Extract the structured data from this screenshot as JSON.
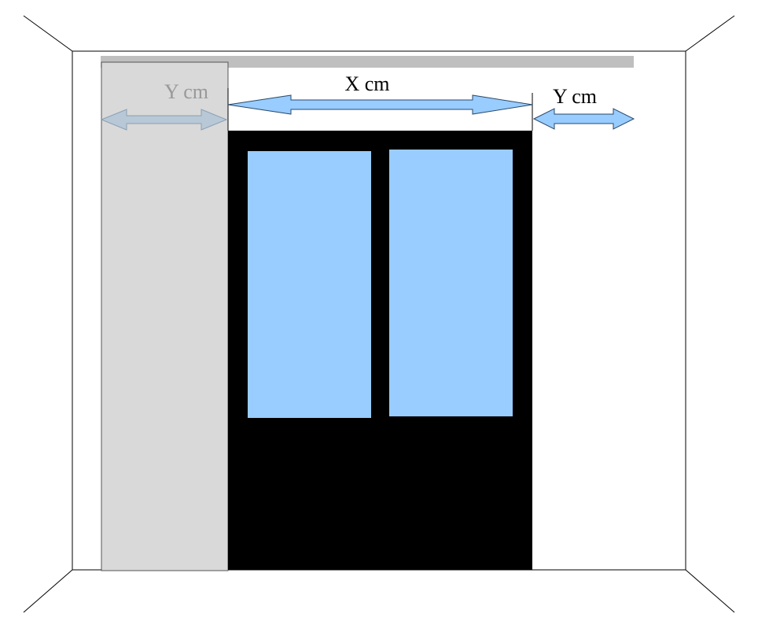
{
  "labels": {
    "door_width": "X cm",
    "panel_offset_right": "Y cm",
    "panel_offset_left": "Y cm"
  },
  "colors": {
    "wall_line": "#000000",
    "rail": "#bfbfbf",
    "sliding_panel": "#d9d9d9",
    "sliding_panel_border": "#555555",
    "door_frame": "#000000",
    "glass": "#99ccff",
    "arrow_fill": "#99ccff",
    "arrow_stroke": "#2a4a6a",
    "ghost_arrow_fill": "#b8c8d6",
    "ghost_arrow_stroke": "#8aa0b4",
    "ghost_text": "#999999"
  }
}
